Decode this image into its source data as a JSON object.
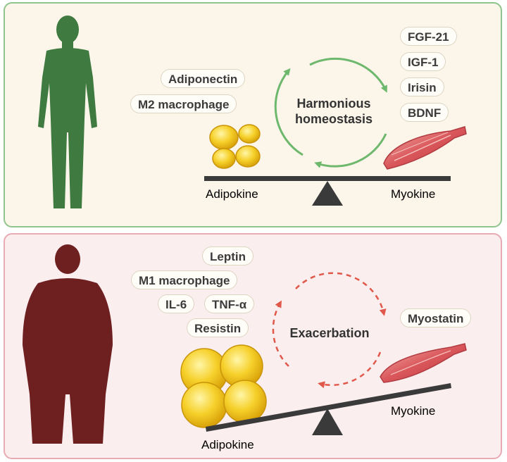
{
  "top_panel": {
    "cycle_label_line1": "Harmonious",
    "cycle_label_line2": "homeostasis",
    "adipokine_factors": [
      "Adiponectin",
      "M2 macrophage"
    ],
    "myokine_factors": [
      "FGF-21",
      "IGF-1",
      "Irisin",
      "BDNF"
    ],
    "left_label": "Adipokine",
    "right_label": "Myokine",
    "figure_color": "#3f7a40",
    "arrow_color": "#6db86d"
  },
  "bottom_panel": {
    "cycle_label": "Exacerbation",
    "adipokine_factors": [
      "Leptin",
      "M1 macrophage",
      "IL-6",
      "TNF-α",
      "Resistin"
    ],
    "myokine_factors": [
      "Myostatin"
    ],
    "left_label": "Adipokine",
    "right_label": "Myokine",
    "figure_color": "#6e1f1f",
    "arrow_color": "#e0584a"
  }
}
